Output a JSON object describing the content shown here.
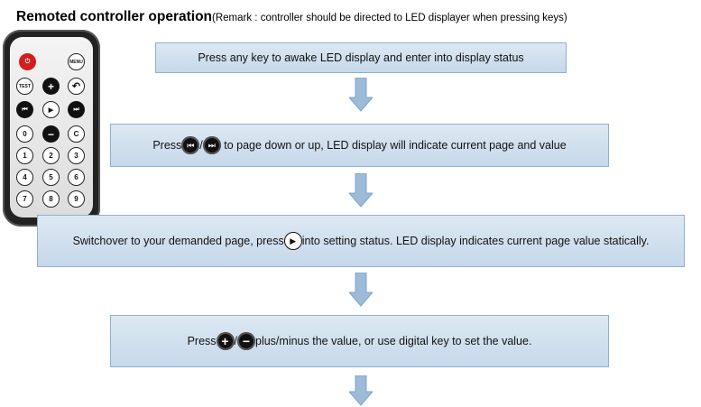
{
  "title": {
    "main": "Remoted controller operation",
    "remark": "(Remark : controller should be directed to LED displayer when pressing keys)"
  },
  "steps": [
    {
      "text": "Press any key to awake LED display and enter into display status"
    },
    {
      "prefix": "Press",
      "slash": "/",
      "suffix": " to page down or up, LED display will indicate current page and value"
    },
    {
      "prefix": "Switchover to your demanded page, press",
      "suffix": "into setting status. LED display indicates current page value statically."
    },
    {
      "prefix": "Press",
      "slash": "/",
      "suffix": "plus/minus the value, or use digital key to set the value."
    }
  ],
  "remote": {
    "power": "⏻",
    "menu": "MENU",
    "test": "TEST",
    "plus": "+",
    "back": "↶",
    "prev": "⏮",
    "play": "▶",
    "next": "⏭",
    "zero": "0",
    "minus": "−",
    "clear": "C",
    "digits": [
      "1",
      "2",
      "3",
      "4",
      "5",
      "6",
      "7",
      "8",
      "9"
    ]
  },
  "colors": {
    "box_fill": "#c9dbec",
    "box_border": "#8fb0d2",
    "arrow": "#9dbbd9"
  }
}
